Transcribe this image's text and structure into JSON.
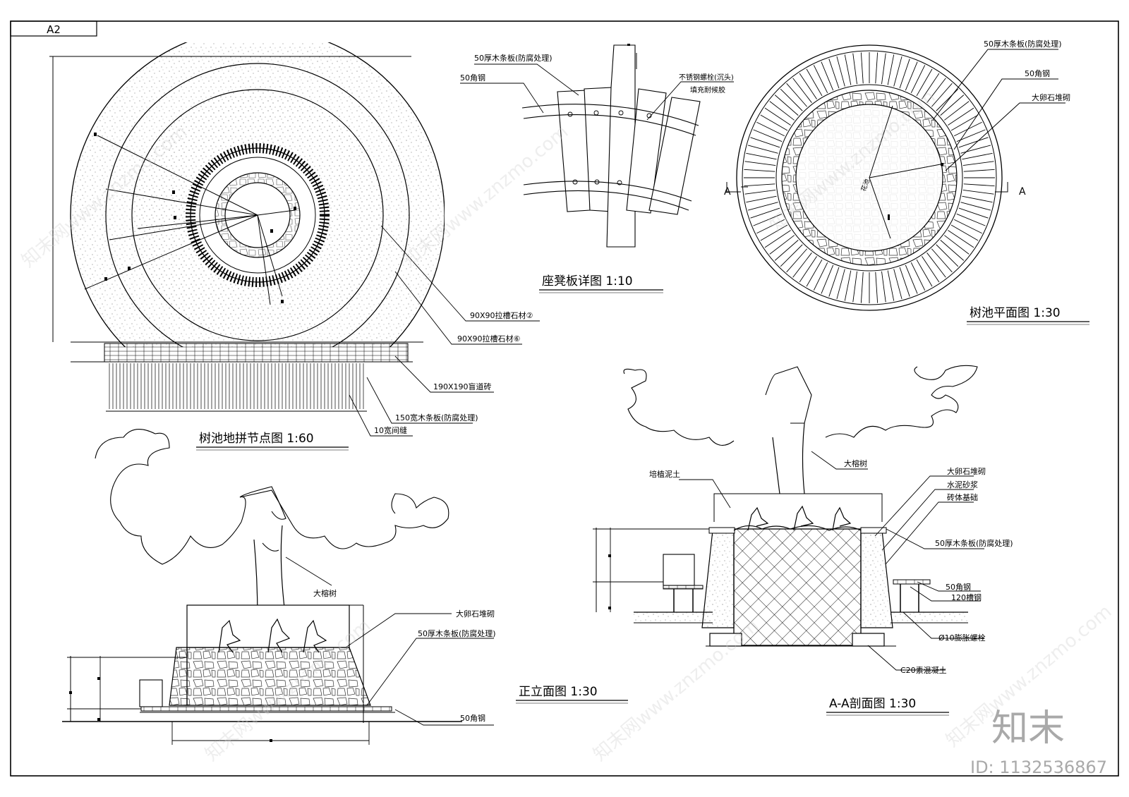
{
  "sheet": {
    "id": "A2"
  },
  "plan_detail": {
    "title": "树池地拼节点图  1:60",
    "labels": {
      "stone2": "90X90拉槽石材②",
      "stone6": "90X90拉槽石材⑥",
      "blindbrick": "190X190盲道砖",
      "woodstrip150": "150宽木条板(防腐处理)",
      "gap10": "10宽间缝"
    }
  },
  "bench_detail": {
    "title": "座凳板详图  1:10",
    "labels": {
      "wood50": "50厚木条板(防腐处理)",
      "angle50": "50角钢",
      "bolt": "不锈钢螺栓(沉头)",
      "fill": "填充耐候胶"
    }
  },
  "tree_pool_plan": {
    "title": "树池平面图  1:30",
    "labels": {
      "wood50": "50厚木条板(防腐处理)",
      "angle50": "50角钢",
      "pebble": "大卵石堆砌",
      "flowerbed": "花池",
      "cut_left": "A",
      "cut_right": "A"
    }
  },
  "front_elevation": {
    "title": "正立面图  1:30",
    "labels": {
      "banyan": "大榕树",
      "pebble": "大卵石堆砌",
      "wood50": "50厚木条板(防腐处理)",
      "angle50": "50角钢"
    }
  },
  "section_aa": {
    "title": "A-A剖面图  1:30",
    "labels": {
      "soil": "培植泥土",
      "banyan": "大榕树",
      "pebble": "大卵石堆砌",
      "mortar": "水泥砂浆",
      "brick": "砖体基础",
      "wood50": "50厚木条板(防腐处理)",
      "angle50": "50角钢",
      "channel": "120槽钢",
      "expbolt": "Ø10膨胀螺栓",
      "concrete": "C20素混凝土"
    }
  },
  "watermark": {
    "logo": "知末",
    "id_text": "ID: 1132536867",
    "site": "知末网www.znzmo.com"
  }
}
